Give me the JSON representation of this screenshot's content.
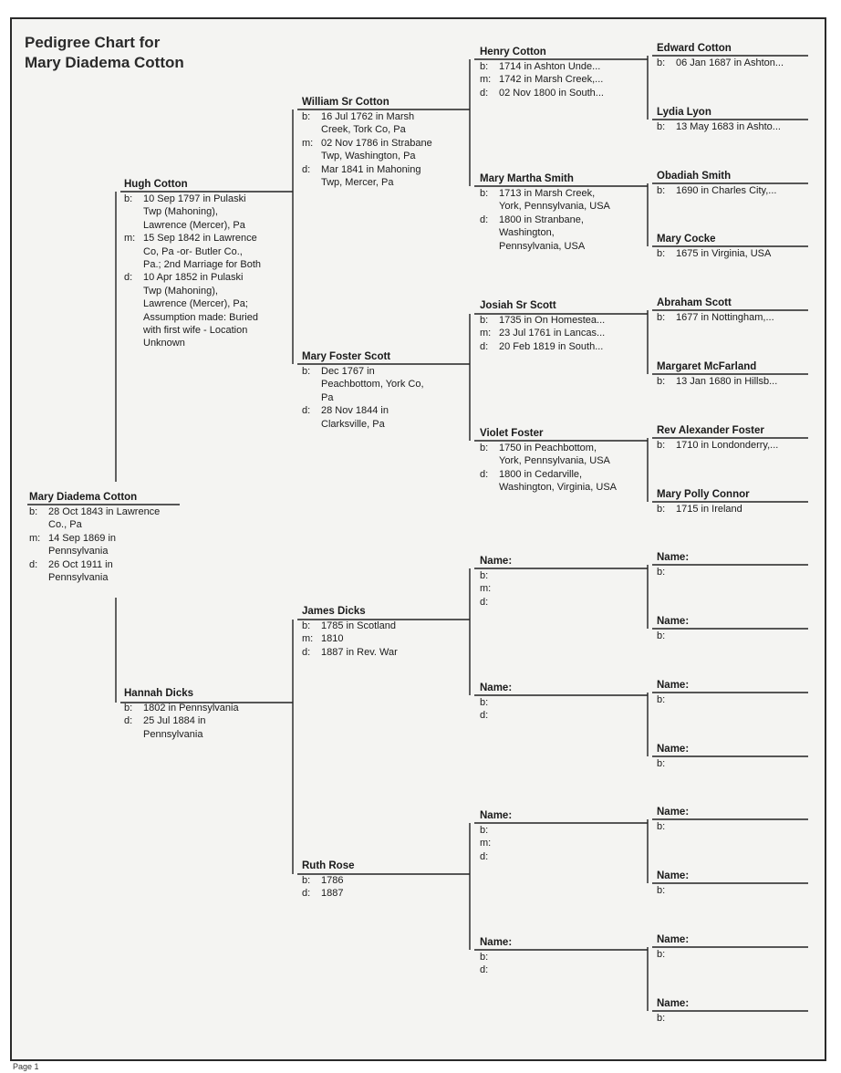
{
  "title": {
    "line1": "Pedigree Chart for",
    "line2": "Mary Diadema Cotton"
  },
  "people": {
    "p1": {
      "name": "Mary Diadema Cotton",
      "events": [
        {
          "label": "b:",
          "value": "28 Oct 1843 in Lawrence Co., Pa"
        },
        {
          "label": "m:",
          "value": "14 Sep 1869 in Pennsylvania"
        },
        {
          "label": "d:",
          "value": "26 Oct 1911 in Pennsylvania"
        }
      ]
    },
    "p2": {
      "name": "Hugh Cotton",
      "events": [
        {
          "label": "b:",
          "value": "10 Sep 1797 in Pulaski Twp (Mahoning), Lawrence (Mercer), Pa"
        },
        {
          "label": "m:",
          "value": "15 Sep 1842 in Lawrence Co, Pa -or- Butler Co., Pa.; 2nd Marriage for Both"
        },
        {
          "label": "d:",
          "value": "10 Apr 1852 in Pulaski Twp (Mahoning), Lawrence (Mercer), Pa; Assumption made: Buried with first wife - Location Unknown"
        }
      ]
    },
    "p3": {
      "name": "Hannah Dicks",
      "events": [
        {
          "label": "b:",
          "value": "1802 in Pennsylvania"
        },
        {
          "label": "d:",
          "value": "25 Jul 1884 in Pennsylvania"
        }
      ]
    },
    "p4": {
      "name": "William Sr Cotton",
      "events": [
        {
          "label": "b:",
          "value": "16 Jul 1762 in Marsh Creek, Tork Co, Pa"
        },
        {
          "label": "m:",
          "value": "02 Nov 1786 in Strabane Twp, Washington, Pa"
        },
        {
          "label": "d:",
          "value": "Mar 1841 in Mahoning Twp, Mercer, Pa"
        }
      ]
    },
    "p5": {
      "name": "Mary Foster Scott",
      "events": [
        {
          "label": "b:",
          "value": "Dec 1767 in Peachbottom, York Co, Pa"
        },
        {
          "label": "d:",
          "value": "28 Nov 1844 in Clarksville, Pa"
        }
      ]
    },
    "p6": {
      "name": "James Dicks",
      "events": [
        {
          "label": "b:",
          "value": "1785 in Scotland"
        },
        {
          "label": "m:",
          "value": "1810"
        },
        {
          "label": "d:",
          "value": "1887 in Rev. War"
        }
      ]
    },
    "p7": {
      "name": "Ruth Rose",
      "events": [
        {
          "label": "b:",
          "value": "1786"
        },
        {
          "label": "d:",
          "value": "1887"
        }
      ]
    },
    "p8": {
      "name": "Henry Cotton",
      "events": [
        {
          "label": "b:",
          "value": "1714 in Ashton Unde..."
        },
        {
          "label": "m:",
          "value": "1742 in Marsh Creek,..."
        },
        {
          "label": "d:",
          "value": "02 Nov 1800 in South..."
        }
      ]
    },
    "p9": {
      "name": "Mary Martha Smith",
      "events": [
        {
          "label": "b:",
          "value": "1713 in Marsh Creek, York, Pennsylvania, USA"
        },
        {
          "label": "d:",
          "value": "1800 in Stranbane, Washington, Pennsylvania, USA"
        }
      ]
    },
    "p10": {
      "name": "Josiah Sr Scott",
      "events": [
        {
          "label": "b:",
          "value": "1735 in On Homestea..."
        },
        {
          "label": "m:",
          "value": "23 Jul 1761 in Lancas..."
        },
        {
          "label": "d:",
          "value": "20 Feb 1819 in South..."
        }
      ]
    },
    "p11": {
      "name": "Violet Foster",
      "events": [
        {
          "label": "b:",
          "value": "1750 in Peachbottom, York, Pennsylvania, USA"
        },
        {
          "label": "d:",
          "value": "1800 in Cedarville, Washington, Virginia, USA"
        }
      ]
    },
    "p12": {
      "name": "Name:",
      "events": [
        {
          "label": "b:",
          "value": ""
        },
        {
          "label": "m:",
          "value": ""
        },
        {
          "label": "d:",
          "value": ""
        }
      ]
    },
    "p13": {
      "name": "Name:",
      "events": [
        {
          "label": "b:",
          "value": ""
        },
        {
          "label": "d:",
          "value": ""
        }
      ]
    },
    "p14": {
      "name": "Name:",
      "events": [
        {
          "label": "b:",
          "value": ""
        },
        {
          "label": "m:",
          "value": ""
        },
        {
          "label": "d:",
          "value": ""
        }
      ]
    },
    "p15": {
      "name": "Name:",
      "events": [
        {
          "label": "b:",
          "value": ""
        },
        {
          "label": "d:",
          "value": ""
        }
      ]
    },
    "p16": {
      "name": "Edward Cotton",
      "events": [
        {
          "label": "b:",
          "value": "06 Jan 1687 in Ashton..."
        }
      ]
    },
    "p17": {
      "name": "Lydia Lyon",
      "events": [
        {
          "label": "b:",
          "value": "13 May 1683 in Ashto..."
        }
      ]
    },
    "p18": {
      "name": "Obadiah Smith",
      "events": [
        {
          "label": "b:",
          "value": "1690 in Charles City,..."
        }
      ]
    },
    "p19": {
      "name": "Mary Cocke",
      "events": [
        {
          "label": "b:",
          "value": "1675 in Virginia, USA"
        }
      ]
    },
    "p20": {
      "name": "Abraham Scott",
      "events": [
        {
          "label": "b:",
          "value": "1677 in Nottingham,..."
        }
      ]
    },
    "p21": {
      "name": "Margaret McFarland",
      "events": [
        {
          "label": "b:",
          "value": "13 Jan 1680 in Hillsb..."
        }
      ]
    },
    "p22": {
      "name": "Rev Alexander Foster",
      "events": [
        {
          "label": "b:",
          "value": "1710 in Londonderry,..."
        }
      ]
    },
    "p23": {
      "name": "Mary Polly Connor",
      "events": [
        {
          "label": "b:",
          "value": "1715 in Ireland"
        }
      ]
    },
    "p24": {
      "name": "Name:",
      "events": [
        {
          "label": "b:",
          "value": ""
        }
      ]
    },
    "p25": {
      "name": "Name:",
      "events": [
        {
          "label": "b:",
          "value": ""
        }
      ]
    },
    "p26": {
      "name": "Name:",
      "events": [
        {
          "label": "b:",
          "value": ""
        }
      ]
    },
    "p27": {
      "name": "Name:",
      "events": [
        {
          "label": "b:",
          "value": ""
        }
      ]
    },
    "p28": {
      "name": "Name:",
      "events": [
        {
          "label": "b:",
          "value": ""
        }
      ]
    },
    "p29": {
      "name": "Name:",
      "events": [
        {
          "label": "b:",
          "value": ""
        }
      ]
    },
    "p30": {
      "name": "Name:",
      "events": [
        {
          "label": "b:",
          "value": ""
        }
      ]
    },
    "p31": {
      "name": "Name:",
      "events": [
        {
          "label": "b:",
          "value": ""
        }
      ]
    }
  },
  "footer": "Page 1"
}
